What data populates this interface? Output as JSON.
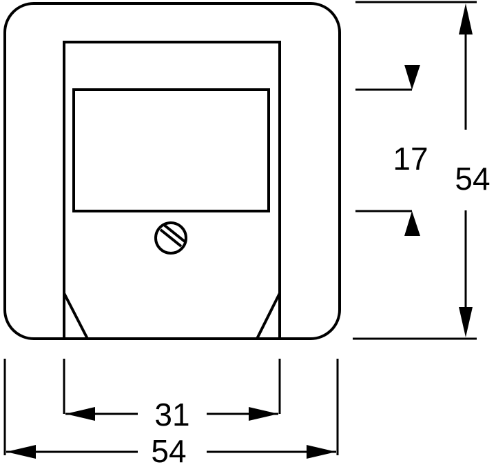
{
  "dimensions": {
    "overall_width": "54",
    "overall_height": "54",
    "insert_width": "31",
    "opening_height": "17"
  },
  "colors": {
    "stroke": "#000000",
    "background": "#ffffff"
  }
}
